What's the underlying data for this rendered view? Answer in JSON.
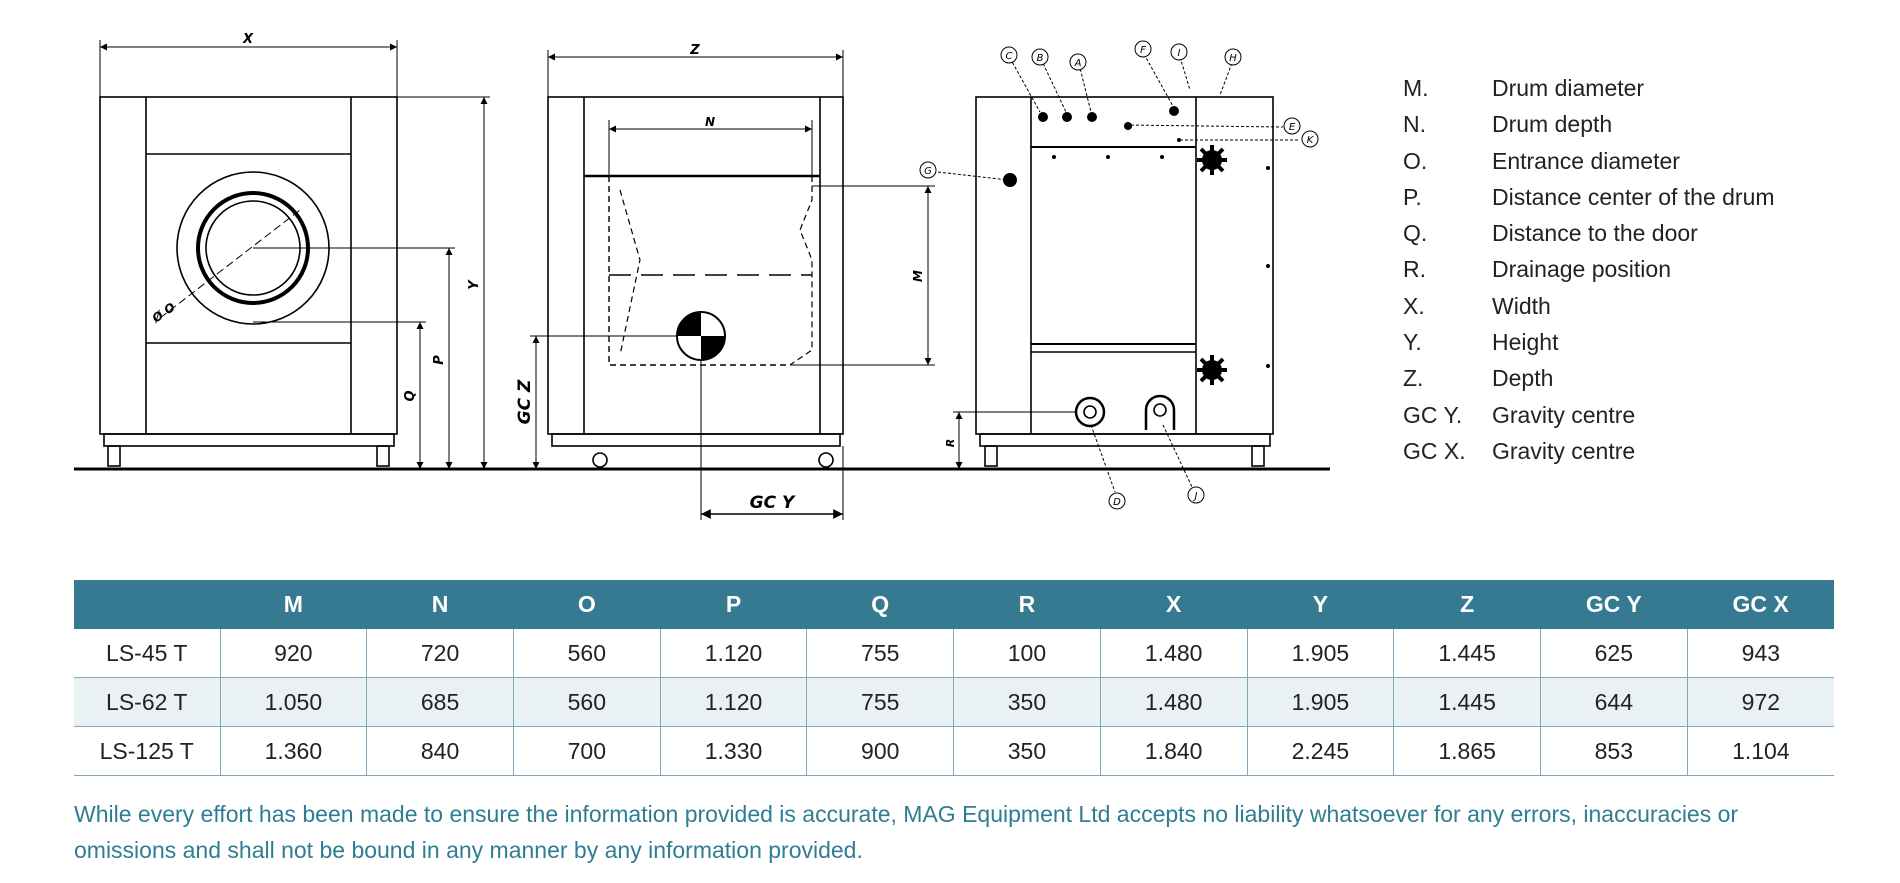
{
  "drawing": {
    "front_labels": {
      "x": "X",
      "y": "Y",
      "o": "Ø O",
      "p": "P",
      "q": "Q"
    },
    "side_labels": {
      "z": "Z",
      "n": "N",
      "m": "M",
      "gcz": "GC Z",
      "gcy": "GC Y"
    },
    "rear_labels": {
      "r": "R"
    },
    "callouts": [
      "C",
      "B",
      "A",
      "F",
      "I",
      "H",
      "E",
      "K",
      "G",
      "D",
      "J"
    ]
  },
  "legend": [
    {
      "code": "M.",
      "label": "Drum diameter"
    },
    {
      "code": "N.",
      "label": "Drum depth"
    },
    {
      "code": "O.",
      "label": "Entrance diameter"
    },
    {
      "code": "P.",
      "label": "Distance center of the drum"
    },
    {
      "code": "Q.",
      "label": "Distance to the door"
    },
    {
      "code": "R.",
      "label": "Drainage position"
    },
    {
      "code": "X.",
      "label": "Width"
    },
    {
      "code": "Y.",
      "label": "Height"
    },
    {
      "code": "Z.",
      "label": "Depth"
    },
    {
      "code": "GC Y.",
      "label": "Gravity centre"
    },
    {
      "code": "GC X.",
      "label": "Gravity centre"
    }
  ],
  "table": {
    "headers": [
      "",
      "M",
      "N",
      "O",
      "P",
      "Q",
      "R",
      "X",
      "Y",
      "Z",
      "GC Y",
      "GC X"
    ],
    "rows": [
      [
        "LS-45 T",
        "920",
        "720",
        "560",
        "1.120",
        "755",
        "100",
        "1.480",
        "1.905",
        "1.445",
        "625",
        "943"
      ],
      [
        "LS-62 T",
        "1.050",
        "685",
        "560",
        "1.120",
        "755",
        "350",
        "1.480",
        "1.905",
        "1.445",
        "644",
        "972"
      ],
      [
        "LS-125 T",
        "1.360",
        "840",
        "700",
        "1.330",
        "900",
        "350",
        "1.840",
        "2.245",
        "1.865",
        "853",
        "1.104"
      ]
    ]
  },
  "disclaimer": "While every effort has been made to ensure the information provided is accurate, MAG Equipment Ltd accepts no liability whatsoever for any errors, inaccuracies or omissions and shall not be bound in any manner by any information provided."
}
